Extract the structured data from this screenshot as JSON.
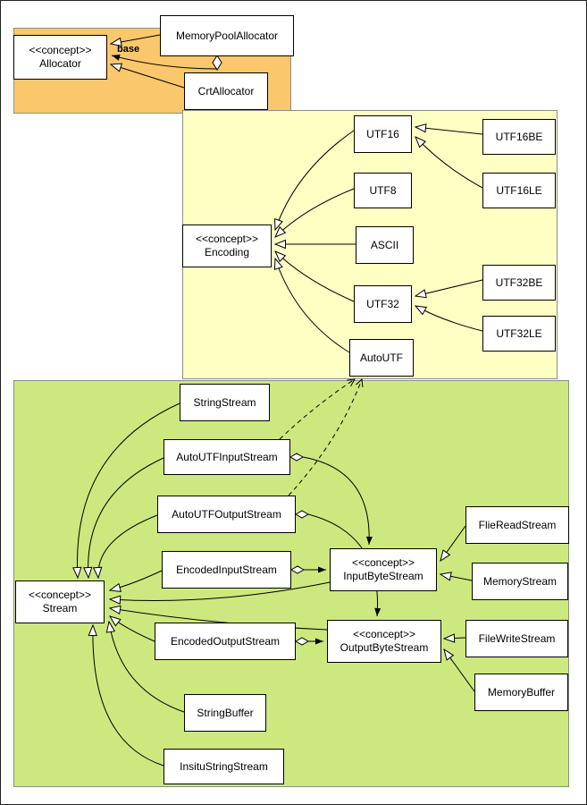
{
  "diagram": {
    "regions": {
      "allocator": {
        "color": "#fbc76c"
      },
      "encoding": {
        "color": "#feffc2"
      },
      "stream": {
        "color": "#cde87f"
      }
    },
    "nodes": {
      "memoryPoolAllocator": {
        "label": "MemoryPoolAllocator"
      },
      "allocator": {
        "stereotype": "<<concept>>",
        "label": "Allocator"
      },
      "crtAllocator": {
        "label": "CrtAllocator"
      },
      "utf16": {
        "label": "UTF16"
      },
      "utf16be": {
        "label": "UTF16BE"
      },
      "utf16le": {
        "label": "UTF16LE"
      },
      "utf8": {
        "label": "UTF8"
      },
      "encoding": {
        "stereotype": "<<concept>>",
        "label": "Encoding"
      },
      "ascii": {
        "label": "ASCII"
      },
      "utf32": {
        "label": "UTF32"
      },
      "utf32be": {
        "label": "UTF32BE"
      },
      "utf32le": {
        "label": "UTF32LE"
      },
      "autoUtf": {
        "label": "AutoUTF"
      },
      "stringStream": {
        "label": "StringStream"
      },
      "autoUtfInputStream": {
        "label": "AutoUTFInputStream"
      },
      "autoUtfOutputStream": {
        "label": "AutoUTFOutputStream"
      },
      "encodedInputStream": {
        "label": "EncodedInputStream"
      },
      "stream": {
        "stereotype": "<<concept>>",
        "label": "Stream"
      },
      "inputByteStream": {
        "stereotype": "<<concept>>",
        "label": "InputByteStream"
      },
      "flieReadStream": {
        "label": "FlieReadStream"
      },
      "memoryStream": {
        "label": "MemoryStream"
      },
      "encodedOutputStream": {
        "label": "EncodedOutputStream"
      },
      "outputByteStream": {
        "stereotype": "<<concept>>",
        "label": "OutputByteStream"
      },
      "fileWriteStream": {
        "label": "FileWriteStream"
      },
      "memoryBuffer": {
        "label": "MemoryBuffer"
      },
      "stringBuffer": {
        "label": "StringBuffer"
      },
      "insituStringStream": {
        "label": "InsituStringStream"
      }
    },
    "edges": {
      "base_label": "base"
    },
    "relationships": [
      {
        "from": "MemoryPoolAllocator",
        "to": "Allocator",
        "kind": "implements"
      },
      {
        "from": "MemoryPoolAllocator",
        "to": "Allocator",
        "kind": "aggregation",
        "label": "base"
      },
      {
        "from": "CrtAllocator",
        "to": "Allocator",
        "kind": "implements"
      },
      {
        "from": "UTF16",
        "to": "Encoding",
        "kind": "implements"
      },
      {
        "from": "UTF8",
        "to": "Encoding",
        "kind": "implements"
      },
      {
        "from": "ASCII",
        "to": "Encoding",
        "kind": "implements"
      },
      {
        "from": "UTF32",
        "to": "Encoding",
        "kind": "implements"
      },
      {
        "from": "AutoUTF",
        "to": "Encoding",
        "kind": "implements"
      },
      {
        "from": "UTF16BE",
        "to": "UTF16",
        "kind": "implements"
      },
      {
        "from": "UTF16LE",
        "to": "UTF16",
        "kind": "implements"
      },
      {
        "from": "UTF32BE",
        "to": "UTF32",
        "kind": "implements"
      },
      {
        "from": "UTF32LE",
        "to": "UTF32",
        "kind": "implements"
      },
      {
        "from": "StringStream",
        "to": "Stream",
        "kind": "implements"
      },
      {
        "from": "AutoUTFInputStream",
        "to": "Stream",
        "kind": "implements"
      },
      {
        "from": "AutoUTFOutputStream",
        "to": "Stream",
        "kind": "implements"
      },
      {
        "from": "EncodedInputStream",
        "to": "Stream",
        "kind": "implements"
      },
      {
        "from": "EncodedOutputStream",
        "to": "Stream",
        "kind": "implements"
      },
      {
        "from": "InputByteStream",
        "to": "Stream",
        "kind": "implements"
      },
      {
        "from": "OutputByteStream",
        "to": "Stream",
        "kind": "implements"
      },
      {
        "from": "StringBuffer",
        "to": "Stream",
        "kind": "implements"
      },
      {
        "from": "InsituStringStream",
        "to": "Stream",
        "kind": "implements"
      },
      {
        "from": "AutoUTFInputStream",
        "to": "AutoUTF",
        "kind": "dependency"
      },
      {
        "from": "AutoUTFOutputStream",
        "to": "AutoUTF",
        "kind": "dependency"
      },
      {
        "from": "AutoUTFInputStream",
        "to": "InputByteStream",
        "kind": "aggregation"
      },
      {
        "from": "AutoUTFOutputStream",
        "to": "OutputByteStream",
        "kind": "aggregation"
      },
      {
        "from": "EncodedInputStream",
        "to": "InputByteStream",
        "kind": "aggregation"
      },
      {
        "from": "EncodedOutputStream",
        "to": "OutputByteStream",
        "kind": "aggregation"
      },
      {
        "from": "FlieReadStream",
        "to": "InputByteStream",
        "kind": "implements"
      },
      {
        "from": "MemoryStream",
        "to": "InputByteStream",
        "kind": "implements"
      },
      {
        "from": "FileWriteStream",
        "to": "OutputByteStream",
        "kind": "implements"
      },
      {
        "from": "MemoryBuffer",
        "to": "OutputByteStream",
        "kind": "implements"
      }
    ]
  }
}
